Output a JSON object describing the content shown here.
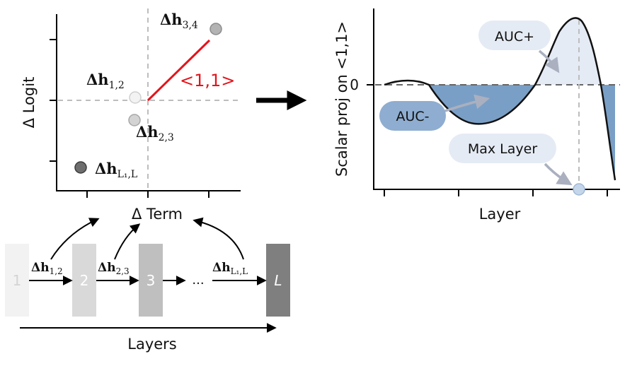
{
  "scatter": {
    "xlabel": "Δ Term",
    "ylabel": "Δ Logit",
    "points": [
      {
        "main": "Δh",
        "sub": "3,4"
      },
      {
        "main": "Δh",
        "sub": "1,2"
      },
      {
        "main": "Δh",
        "sub": "2,3"
      },
      {
        "main": "Δh",
        "sub": "L₁,L"
      }
    ],
    "vector_label": "<1,1>",
    "colors": {
      "vector": "#e4141b"
    }
  },
  "curve_plot": {
    "ylabel": "Scalar proj on <1,1>",
    "xlabel": "Layer",
    "zero_label": "0",
    "badges": {
      "auc_plus": "AUC+",
      "auc_minus": "AUC-",
      "max_layer": "Max Layer"
    },
    "colors": {
      "fill_negative": "#7a9fc6",
      "fill_positive": "#e4ebf5",
      "badge_dark": "#8eadd0",
      "badge_light": "#e5ebf4"
    }
  },
  "layers": {
    "boxes": [
      {
        "label": "1"
      },
      {
        "label": "2"
      },
      {
        "label": "3"
      },
      {
        "label": "L"
      }
    ],
    "deltas": [
      {
        "main": "Δh",
        "sub": "1,2"
      },
      {
        "main": "Δh",
        "sub": "2,3"
      },
      {
        "main": "Δh",
        "sub": "L₁,L"
      }
    ],
    "ellipsis": "...",
    "axis_label": "Layers",
    "colors": [
      "#f2f2f2",
      "#d9d9d9",
      "#bfbfbf",
      "#7f7f7f"
    ]
  }
}
